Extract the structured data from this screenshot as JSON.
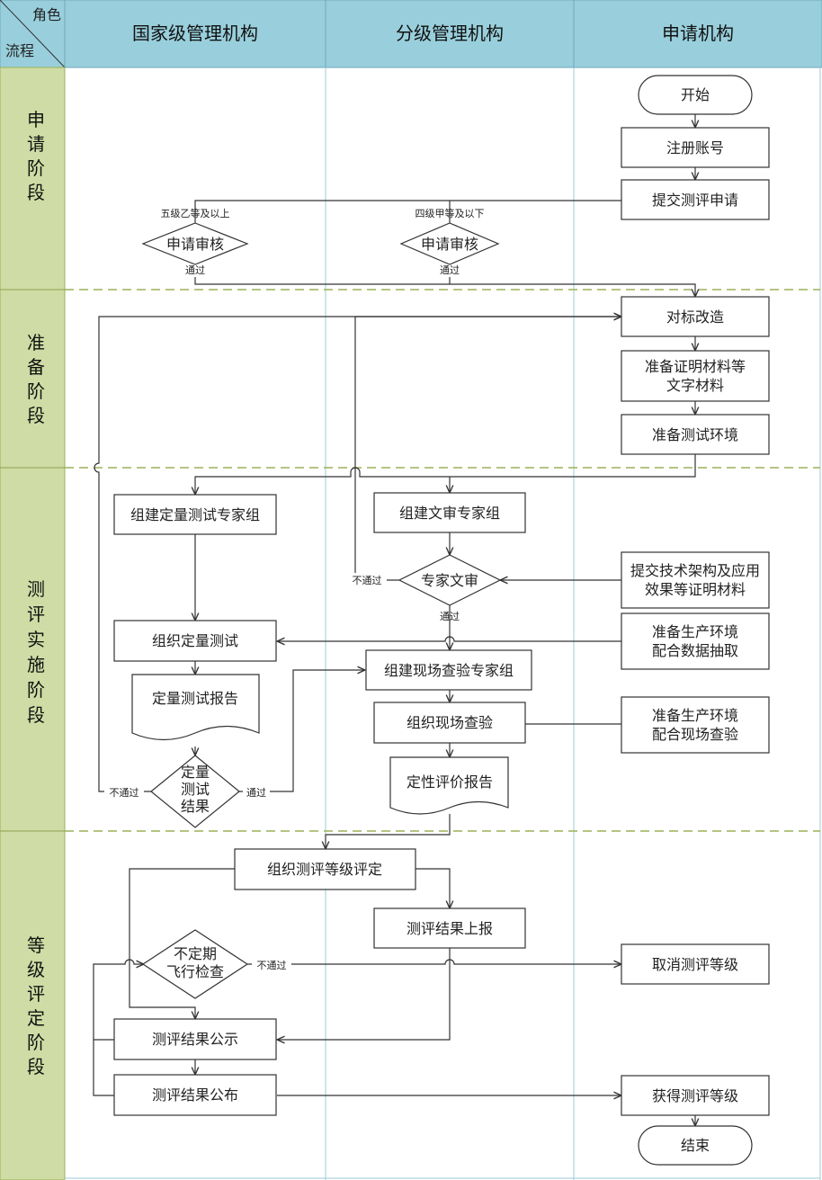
{
  "colors": {
    "header_bg": "#99cfdc",
    "stage_bg": "#cfdca5",
    "stage_divider": "#9bb05a",
    "lane_divider": "#9dcbd6",
    "box_stroke": "#333333",
    "line": "#333333"
  },
  "header": {
    "corner_top": "角色",
    "corner_bottom": "流程",
    "lanes": [
      "国家级管理机构",
      "分级管理机构",
      "申请机构"
    ]
  },
  "stages": [
    "申请阶段",
    "准备阶段",
    "测评实施阶段",
    "等级评定阶段"
  ],
  "nodes": {
    "start": "开始",
    "register": "注册账号",
    "submit_application": "提交测评申请",
    "review_national": "申请审核",
    "review_branch": "申请审核",
    "benchmark": "对标改造",
    "prepare_docs": "准备证明材料等文字材料",
    "prepare_env": "准备测试环境",
    "quant_team": "组建定量测试专家组",
    "doc_team": "组建文审专家组",
    "expert_review": "专家文审",
    "submit_arch": "提交技术架构及应用效果等证明材料",
    "org_quant_test": "组织定量测试",
    "prod_env_data": "准备生产环境配合数据抽取",
    "onsite_team": "组建现场查验专家组",
    "quant_report": "定量测试报告",
    "org_onsite": "组织现场查验",
    "prod_env_onsite": "准备生产环境配合现场查验",
    "quant_result": "定量测试结果",
    "qual_report": "定性评价报告",
    "org_grading": "组织测评等级评定",
    "report_result": "测评结果上报",
    "flight_check": "不定期飞行检查",
    "cancel_grade": "取消测评等级",
    "publicize": "测评结果公示",
    "publish": "测评结果公布",
    "obtain_grade": "获得测评等级",
    "end": "结束"
  },
  "labels": {
    "national_scope": "五级乙等及以上",
    "branch_scope": "四级甲等及以下",
    "pass_national": "通过",
    "pass_branch": "通过",
    "fail_review": "不通过",
    "pass_review": "通过",
    "fail_quant": "不通过",
    "pass_quant": "通过",
    "fail_flight": "不通过"
  }
}
